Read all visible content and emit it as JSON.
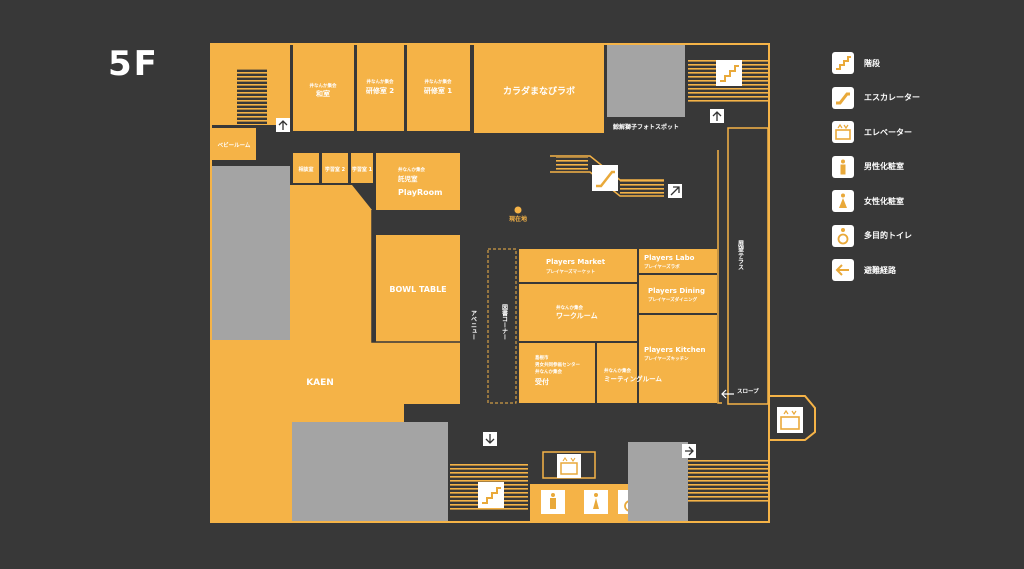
{
  "floor": "5F",
  "colors": {
    "room": "#f5b347",
    "gray": "#a4a4a4",
    "corridor": "#383838",
    "outline": "#f5b347"
  },
  "rooms": {
    "washitsu_note": "井なんか集会",
    "washitsu": "和室",
    "kenshu2_note": "井なんか集会",
    "kenshu2": "研修室 2",
    "kenshu1_note": "井なんか集会",
    "kenshu1": "研修室 1",
    "karada": "カラダまなびラボ",
    "photo": "鯨解獅子フォトスポット",
    "baby": "ベビールーム",
    "soudan": "相談室",
    "gakushu2": "学習室 2",
    "gakushu1": "学習室 1",
    "playroom_note": "井なんか集会",
    "playroom_jp": "託児室",
    "playroom": "PlayRoom",
    "current": "現在地",
    "bowl": "BOWL TABLE",
    "kaen": "KAEN",
    "avenue": "アベニュー",
    "library": "図書コーナー",
    "players_market": "Players Market",
    "players_market_jp": "プレイヤーズマーケット",
    "players_labo": "Players Labo",
    "players_labo_jp": "プレイヤーズラボ",
    "players_dining": "Players Dining",
    "players_dining_jp": "プレイヤーズダイニング",
    "players_kitchen": "Players Kitchen",
    "players_kitchen_jp": "プレイヤーズキッチン",
    "work_note": "井なんか集会",
    "work": "ワークルーム",
    "uketsuke_note1": "島根市",
    "uketsuke_note2": "男女共同参画センター",
    "uketsuke_note3": "井なんか集会",
    "uketsuke": "受付",
    "meeting_note": "井なんか集会",
    "meeting": "ミーティングルーム",
    "terrace": "展望テラス",
    "slope": "スロープ"
  },
  "legend": [
    {
      "icon": "stairs-icon",
      "label": "階段"
    },
    {
      "icon": "escalator-icon",
      "label": "エスカレーター"
    },
    {
      "icon": "elevator-icon",
      "label": "エレベーター"
    },
    {
      "icon": "mens-toilet-icon",
      "label": "男性化粧室"
    },
    {
      "icon": "womens-toilet-icon",
      "label": "女性化粧室"
    },
    {
      "icon": "accessible-toilet-icon",
      "label": "多目的トイレ"
    },
    {
      "icon": "evacuation-arrow-icon",
      "label": "避難経路"
    }
  ]
}
